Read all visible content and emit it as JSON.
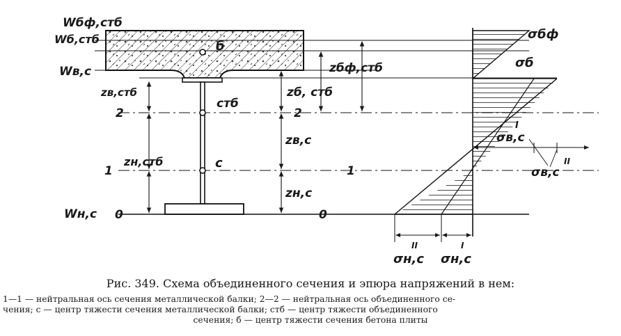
{
  "labels": {
    "w_bf_stb": "Wбф,стб",
    "w_b_stb": "Wб,стб",
    "w_v_c": "Wв,с",
    "w_n_c": "Wн,с",
    "z_v_stb": "zв,стб",
    "z_n_stb": "zн,стб",
    "z_bf_stb": "zбф,стб",
    "z_b_stb": "zб, стб",
    "z_v_c": "zв,с",
    "z_n_c": "zн,с",
    "pt_b": "б",
    "pt_stb": "стб",
    "pt_c": "с",
    "axis_2_left": "2",
    "axis_2_right": "2",
    "axis_1_left": "1",
    "axis_1_right": "1",
    "axis_0_left": "0",
    "axis_0_right": "0",
    "sigma_bf": "σбф",
    "sigma_b": "σб",
    "sigma_vc_I_main": "σв,с",
    "sigma_vc_I_sup": "I",
    "sigma_vc_II_main": "σв,с",
    "sigma_vc_II_sup": "II",
    "sigma_nc_II_main": "σн,с",
    "sigma_nc_II_sup": "II",
    "sigma_nc_I_main": "σн,с",
    "sigma_nc_I_sup": "I"
  },
  "caption": {
    "title": "Рис. 349. Схема объединенного сечения и эпюра напряжений в нем:",
    "line1": "1—1 — нейтральная ось сечения металлической балки; 2—2 — нейтральная ось объединенного се-",
    "line2": "чения; с — центр тяжести сечения металлической балки; стб — центр тяжести объединенного",
    "line3": "сечения; б — центр тяжести сечения бетона плиты"
  }
}
